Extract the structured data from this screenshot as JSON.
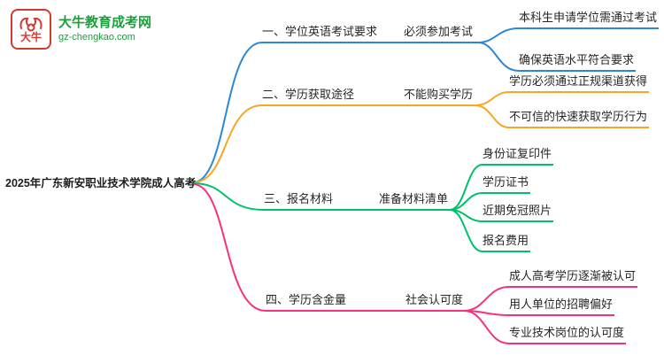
{
  "logo": {
    "title": "大牛教育成考网",
    "url": "gz-chengkao.com",
    "badge": "大牛"
  },
  "root": {
    "label": "2025年广东新安职业技术学院成人高考"
  },
  "colors": {
    "branch1": "#2e86d8",
    "branch2": "#f7a823",
    "branch3": "#00c06a",
    "branch4": "#f8317e",
    "logo_red": "#d43a2f",
    "logo_green": "#1e9e3e"
  },
  "branches": [
    {
      "label": "一、学位英语考试要求",
      "sub": "必须参加考试",
      "color": "#2e86d8",
      "leaves": [
        "本科生申请学位需通过考试",
        "确保英语水平符合要求"
      ]
    },
    {
      "label": "二、学历获取途径",
      "sub": "不能购买学历",
      "color": "#f7a823",
      "leaves": [
        "学历必须通过正规渠道获得",
        "不可信的快速获取学历行为"
      ]
    },
    {
      "label": "三、报名材料",
      "sub": "准备材料清单",
      "color": "#00c06a",
      "leaves": [
        "身份证复印件",
        "学历证书",
        "近期免冠照片",
        "报名费用"
      ]
    },
    {
      "label": "四、学历含金量",
      "sub": "社会认可度",
      "color": "#f8317e",
      "leaves": [
        "成人高考学历逐渐被认可",
        "用人单位的招聘偏好",
        "专业技术岗位的认可度"
      ]
    }
  ]
}
